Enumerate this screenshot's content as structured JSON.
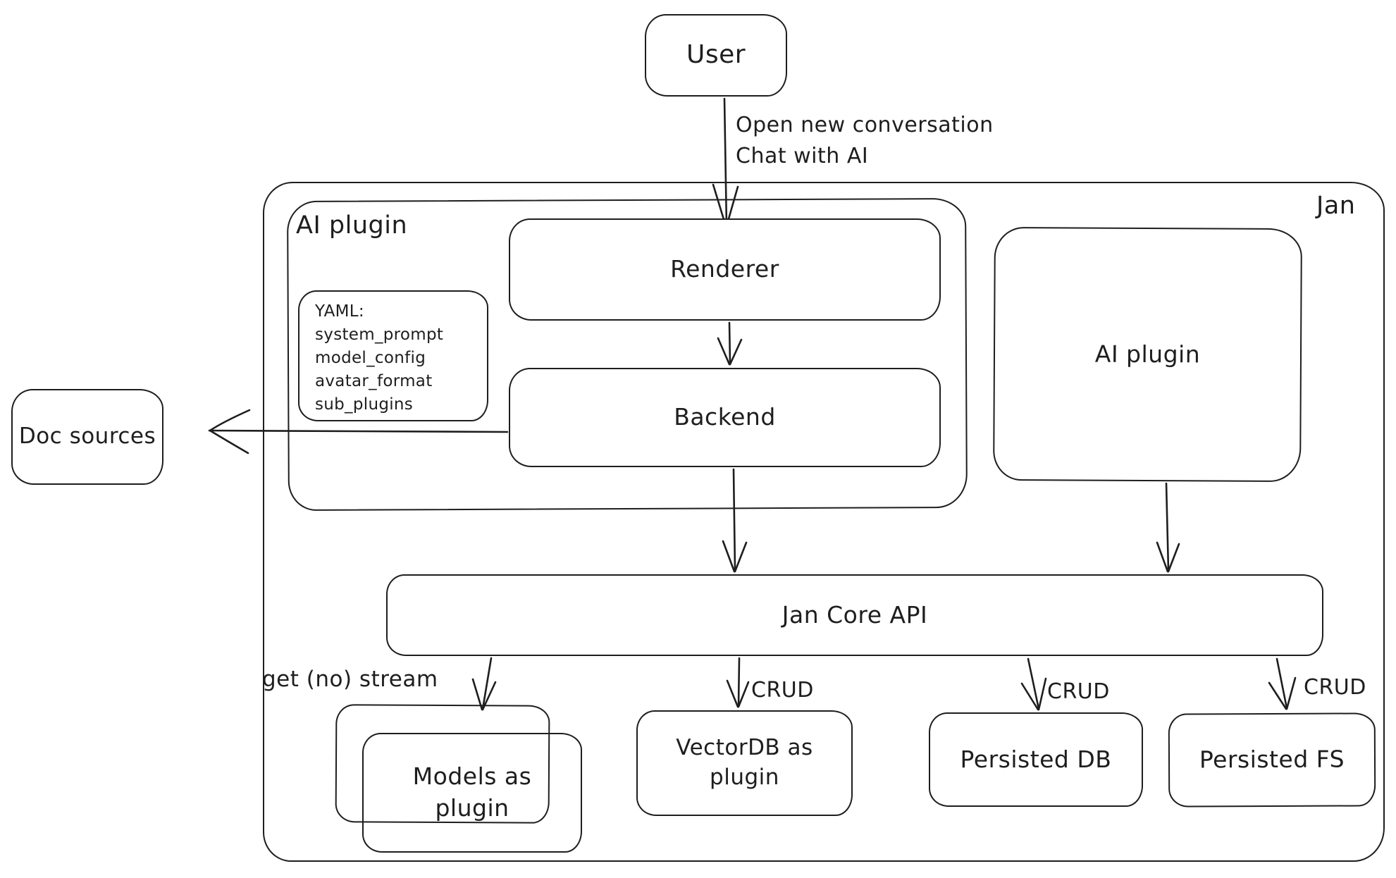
{
  "nodes": {
    "user": "User",
    "jan": "Jan",
    "ai_plugin_left": "AI plugin",
    "renderer": "Renderer",
    "backend": "Backend",
    "yaml_note": {
      "title": "YAML:",
      "lines": [
        "system_prompt",
        "model_config",
        "avatar_format",
        "sub_plugins"
      ]
    },
    "ai_plugin_right": "AI plugin",
    "doc_sources": "Doc sources",
    "jan_core_api": "Jan Core API",
    "models_as_plugin": "Models as plugin",
    "vectordb_as_plugin": "VectorDB as plugin",
    "persisted_db": "Persisted DB",
    "persisted_fs": "Persisted FS"
  },
  "edge_labels": {
    "user_action_line1": "Open new conversation",
    "user_action_line2": "Chat with AI",
    "get_no_stream": "get (no) stream",
    "crud": [
      "CRUD",
      "CRUD",
      "CRUD"
    ]
  },
  "colors": {
    "stroke": "#1e1e1e",
    "background": "#ffffff"
  }
}
